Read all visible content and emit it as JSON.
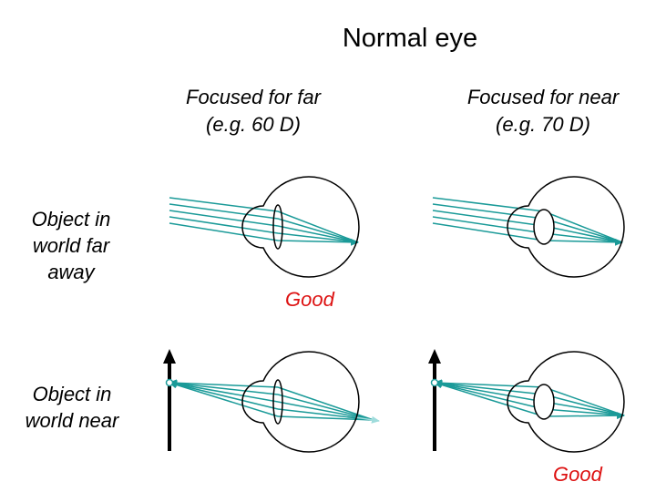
{
  "title": "Normal eye",
  "columns": [
    {
      "line1": "Focused for far",
      "line2": "(e.g. 60 D)"
    },
    {
      "line1": "Focused for near",
      "line2": "(e.g. 70 D)"
    }
  ],
  "rows": [
    {
      "line1": "Object in",
      "line2": "world far",
      "line3": "away"
    },
    {
      "line1": "Object in",
      "line2": "world near"
    }
  ],
  "verdicts": {
    "far_far": "Good",
    "near_near": "Good"
  },
  "colors": {
    "ray": "#1a9a98",
    "ray_faded": "#9fdcdc",
    "verdict": "#dd1111",
    "outline": "#000000"
  }
}
